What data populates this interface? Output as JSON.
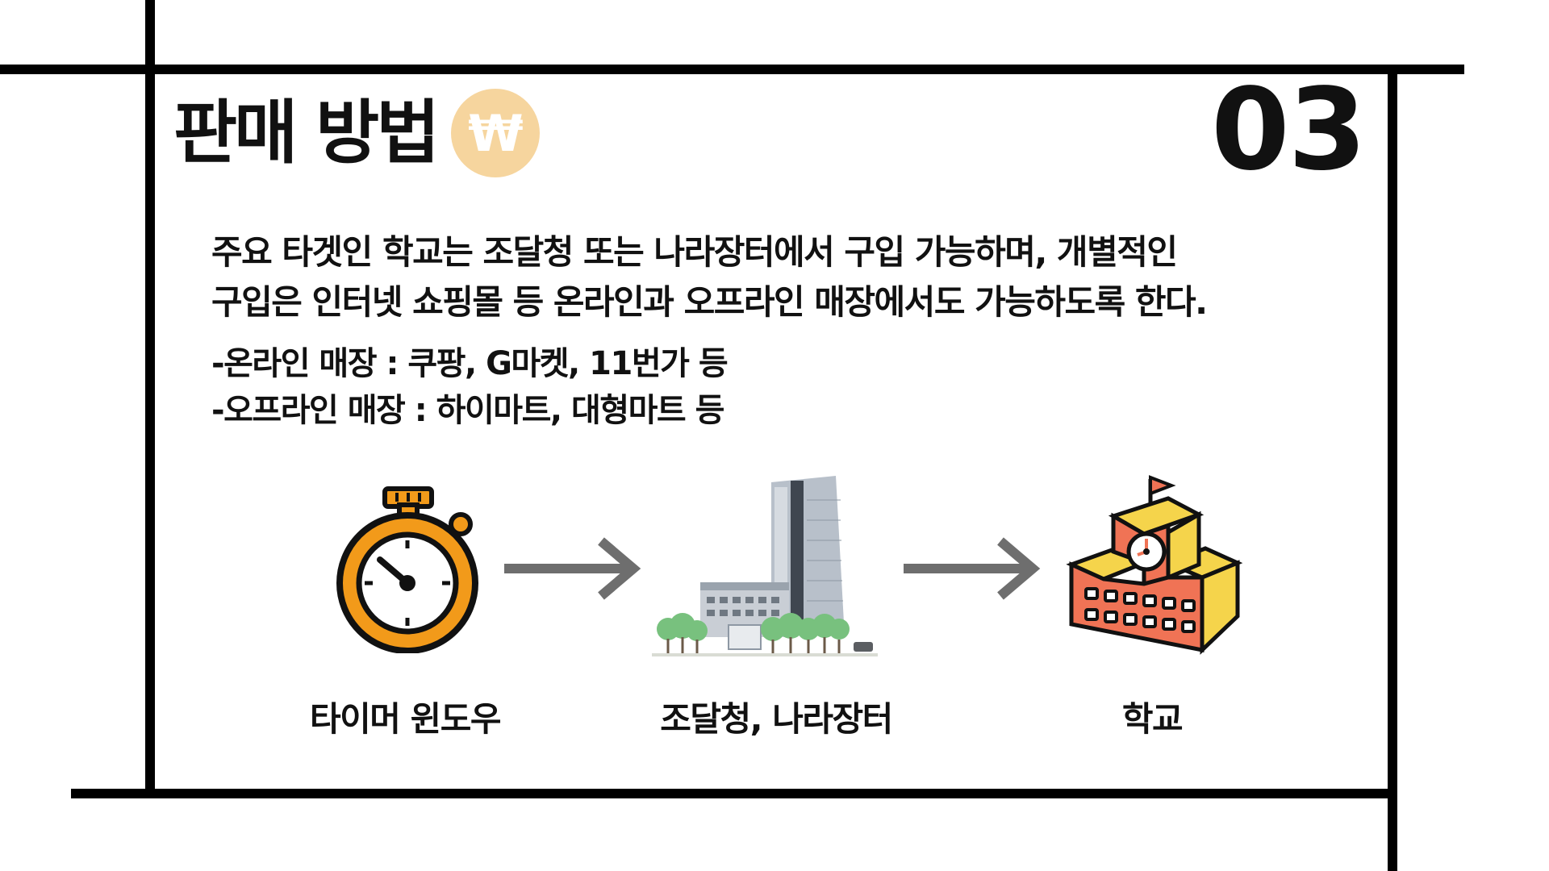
{
  "header": {
    "title": "판매 방법",
    "currency_symbol": "₩",
    "page_number": "03"
  },
  "description": [
    "주요 타겟인 학교는 조달청 또는 나라장터에서 구입 가능하며, 개별적인",
    "구입은 인터넷 쇼핑몰 등 온라인과 오프라인 매장에서도 가능하도록 한다."
  ],
  "channels": [
    "-온라인 매장 : 쿠팡, G마켓, 11번가 등",
    "-오프라인 매장 : 하이마트, 대형마트 등"
  ],
  "flow": [
    {
      "icon": "stopwatch-icon",
      "label": "타이머 윈도우"
    },
    {
      "icon": "government-building-icon",
      "label": "조달청, 나라장터"
    },
    {
      "icon": "school-icon",
      "label": "학교"
    }
  ],
  "colors": {
    "accent_orange": "#f29a1a",
    "badge_peach": "#f6d59e",
    "school_red": "#f07355",
    "school_yellow": "#f5d44b",
    "arrow_gray": "#6e6e6e",
    "tree_green": "#78c17e"
  }
}
